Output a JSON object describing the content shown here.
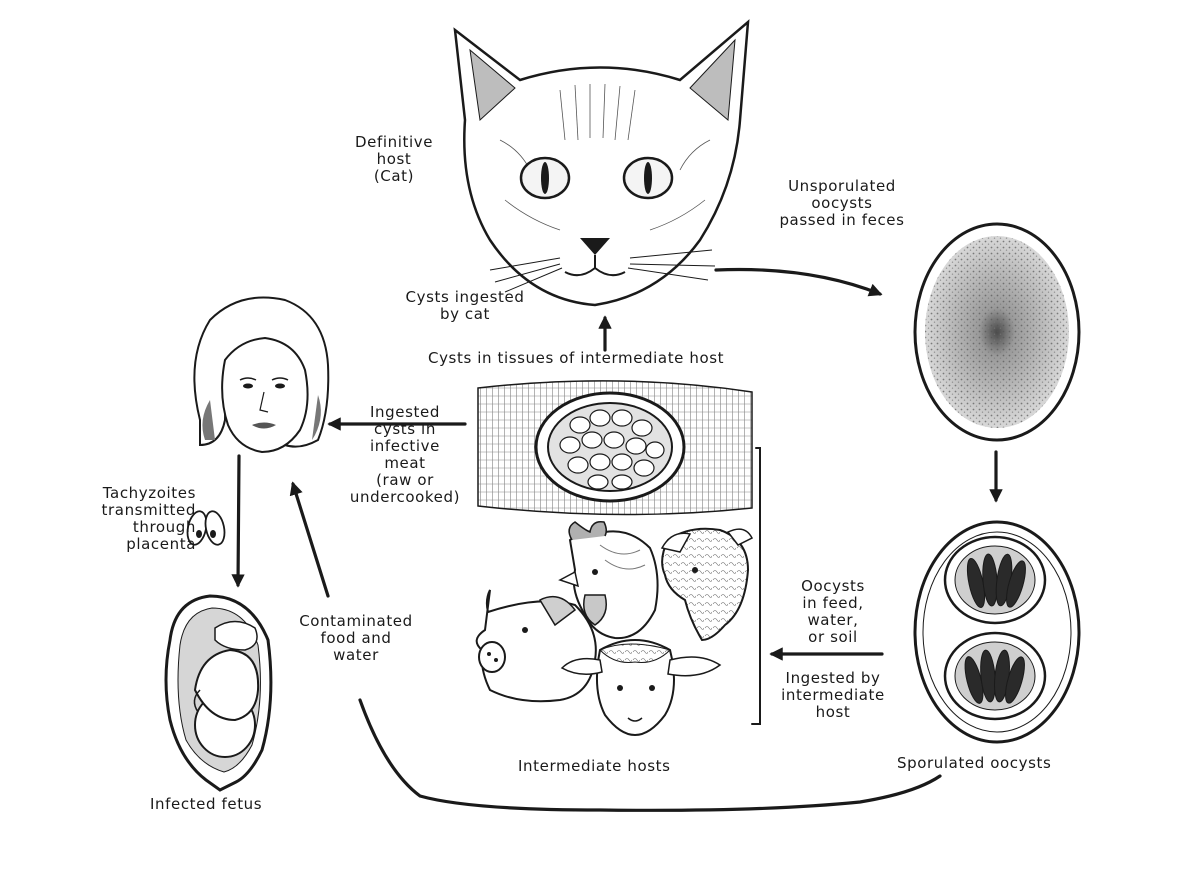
{
  "labels": {
    "definitive_host": "Definitive\nhost\n(Cat)",
    "unsporulated": "Unsporulated\noocysts\npassed in feces",
    "cysts_ingested_by_cat": "Cysts ingested\nby cat",
    "cysts_in_tissues": "Cysts in tissues of intermediate host",
    "ingested_cysts_meat": "Ingested\ncysts in\ninfective\nmeat\n(raw or\nundercooked)",
    "tachyzoites": "Tachyzoites\ntransmitted\nthrough\nplacenta",
    "contaminated": "Contaminated\nfood and\nwater",
    "oocysts_feed": "Oocysts\nin feed,\nwater,\nor soil",
    "ingested_intermediate": "Ingested by\nintermediate\nhost",
    "intermediate_hosts": "Intermediate hosts",
    "sporulated": "Sporulated oocysts",
    "infected_fetus": "Infected fetus"
  },
  "colors": {
    "ink": "#1a1a1a",
    "background": "#ffffff",
    "shading": "#9a9a9a"
  }
}
